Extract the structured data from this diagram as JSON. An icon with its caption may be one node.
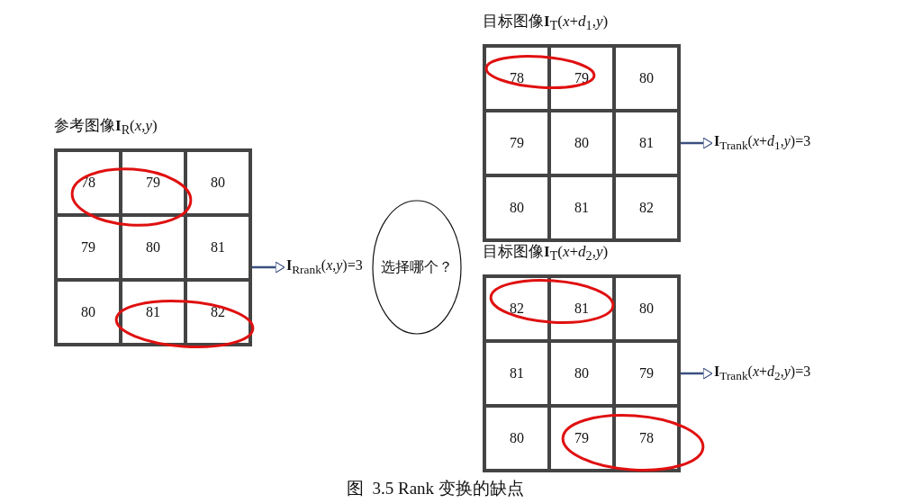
{
  "diagram": {
    "caption": "图  3.5 Rank 变换的缺点",
    "nodes": [
      {
        "text": [
          "参考图像**I**$_{R}$(*x*,*y*)"
        ]
      },
      {
        "text": [
          "78"
        ],
        "in": 0
      },
      {
        "text": [
          "79"
        ],
        "in": 0
      },
      {
        "text": [
          "80"
        ],
        "in": 0
      },
      {
        "text": [
          "79"
        ],
        "in": 0
      },
      {
        "text": [
          "80"
        ],
        "in": 0
      },
      {
        "text": [
          "81"
        ],
        "in": 0
      },
      {
        "text": [
          "80"
        ],
        "in": 0
      },
      {
        "text": [
          "81"
        ],
        "in": 0
      },
      {
        "text": [
          "82"
        ],
        "in": 0
      },
      {
        "text": [
          "**I**$_{Rrank}$(*x*,*y*)=3"
        ]
      },
      {
        "text": [
          "选择哪个？"
        ]
      },
      {
        "text": [
          "目标图像**I**$_{T}$(*x*+*d*$_{1}$,*y*)"
        ]
      },
      {
        "text": [
          "78"
        ],
        "in": 12
      },
      {
        "text": [
          "79"
        ],
        "in": 12
      },
      {
        "text": [
          "80"
        ],
        "in": 12
      },
      {
        "text": [
          "79"
        ],
        "in": 12
      },
      {
        "text": [
          "80"
        ],
        "in": 12
      },
      {
        "text": [
          "81"
        ],
        "in": 12
      },
      {
        "text": [
          "80"
        ],
        "in": 12
      },
      {
        "text": [
          "81"
        ],
        "in": 12
      },
      {
        "text": [
          "82"
        ],
        "in": 12
      },
      {
        "text": [
          "**I**$_{Trank}$(*x*+*d*$_{1}$,*y*)=3"
        ]
      },
      {
        "text": [
          "目标图像**I**$_{T}$(*x*+*d*$_{2}$,*y*)"
        ]
      },
      {
        "text": [
          "82"
        ],
        "in": 23
      },
      {
        "text": [
          "81"
        ],
        "in": 23
      },
      {
        "text": [
          "80"
        ],
        "in": 23
      },
      {
        "text": [
          "81"
        ],
        "in": 23
      },
      {
        "text": [
          "80"
        ],
        "in": 23
      },
      {
        "text": [
          "79"
        ],
        "in": 23
      },
      {
        "text": [
          "80"
        ],
        "in": 23
      },
      {
        "text": [
          "79"
        ],
        "in": 23
      },
      {
        "text": [
          "78"
        ],
        "in": 23
      },
      {
        "text": [
          "**I**$_{Trank}$(*x*+*d*$_{2}$,*y*)=3"
        ]
      }
    ],
    "edges": [
      {
        "from": 0,
        "to": 10,
        "arrow": "to"
      },
      {
        "from": 12,
        "to": 22,
        "arrow": "to"
      },
      {
        "from": 23,
        "to": 33,
        "arrow": "to"
      }
    ]
  }
}
